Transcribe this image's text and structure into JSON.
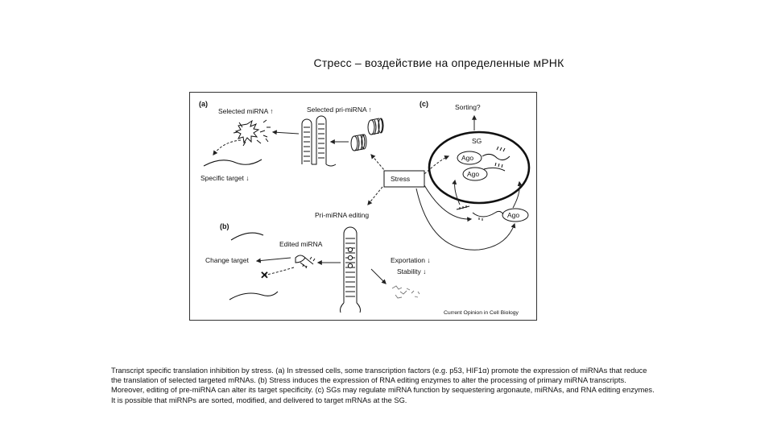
{
  "slide": {
    "title": "Стресс – воздействие на определенные мРНК"
  },
  "figure": {
    "panels": {
      "a": "(a)",
      "b": "(b)",
      "c": "(c)"
    },
    "labels": {
      "selected_mirna": "Selected miRNA ↑",
      "selected_pri_mirna": "Selected pri-miRNA ↑",
      "specific_target": "Specific target ↓",
      "stress": "Stress",
      "pri_mirna_editing": "Pri-miRNA editing",
      "edited_mirna": "Edited miRNA",
      "change_target": "Change target",
      "exportation": "Exportation ↓",
      "stability": "Stability ↓",
      "sorting": "Sorting?",
      "sg": "SG",
      "ago": "Ago"
    },
    "credit": "Current Opinion in Cell Biology"
  },
  "caption": {
    "text": "Transcript specific translation inhibition by stress. (a) In stressed cells, some transcription factors (e.g. p53, HIF1α) promote the expression of miRNAs that reduce the translation of selected targeted mRNAs. (b) Stress induces the expression of RNA editing enzymes to alter the processing of primary miRNA transcripts. Moreover, editing of pre-miRNA can alter its target specificity. (c) SGs may regulate miRNA function by sequestering argonaute, miRNAs, and RNA editing enzymes. It is possible that miRNPs are sorted, modified, and delivered to target mRNAs at the SG."
  }
}
